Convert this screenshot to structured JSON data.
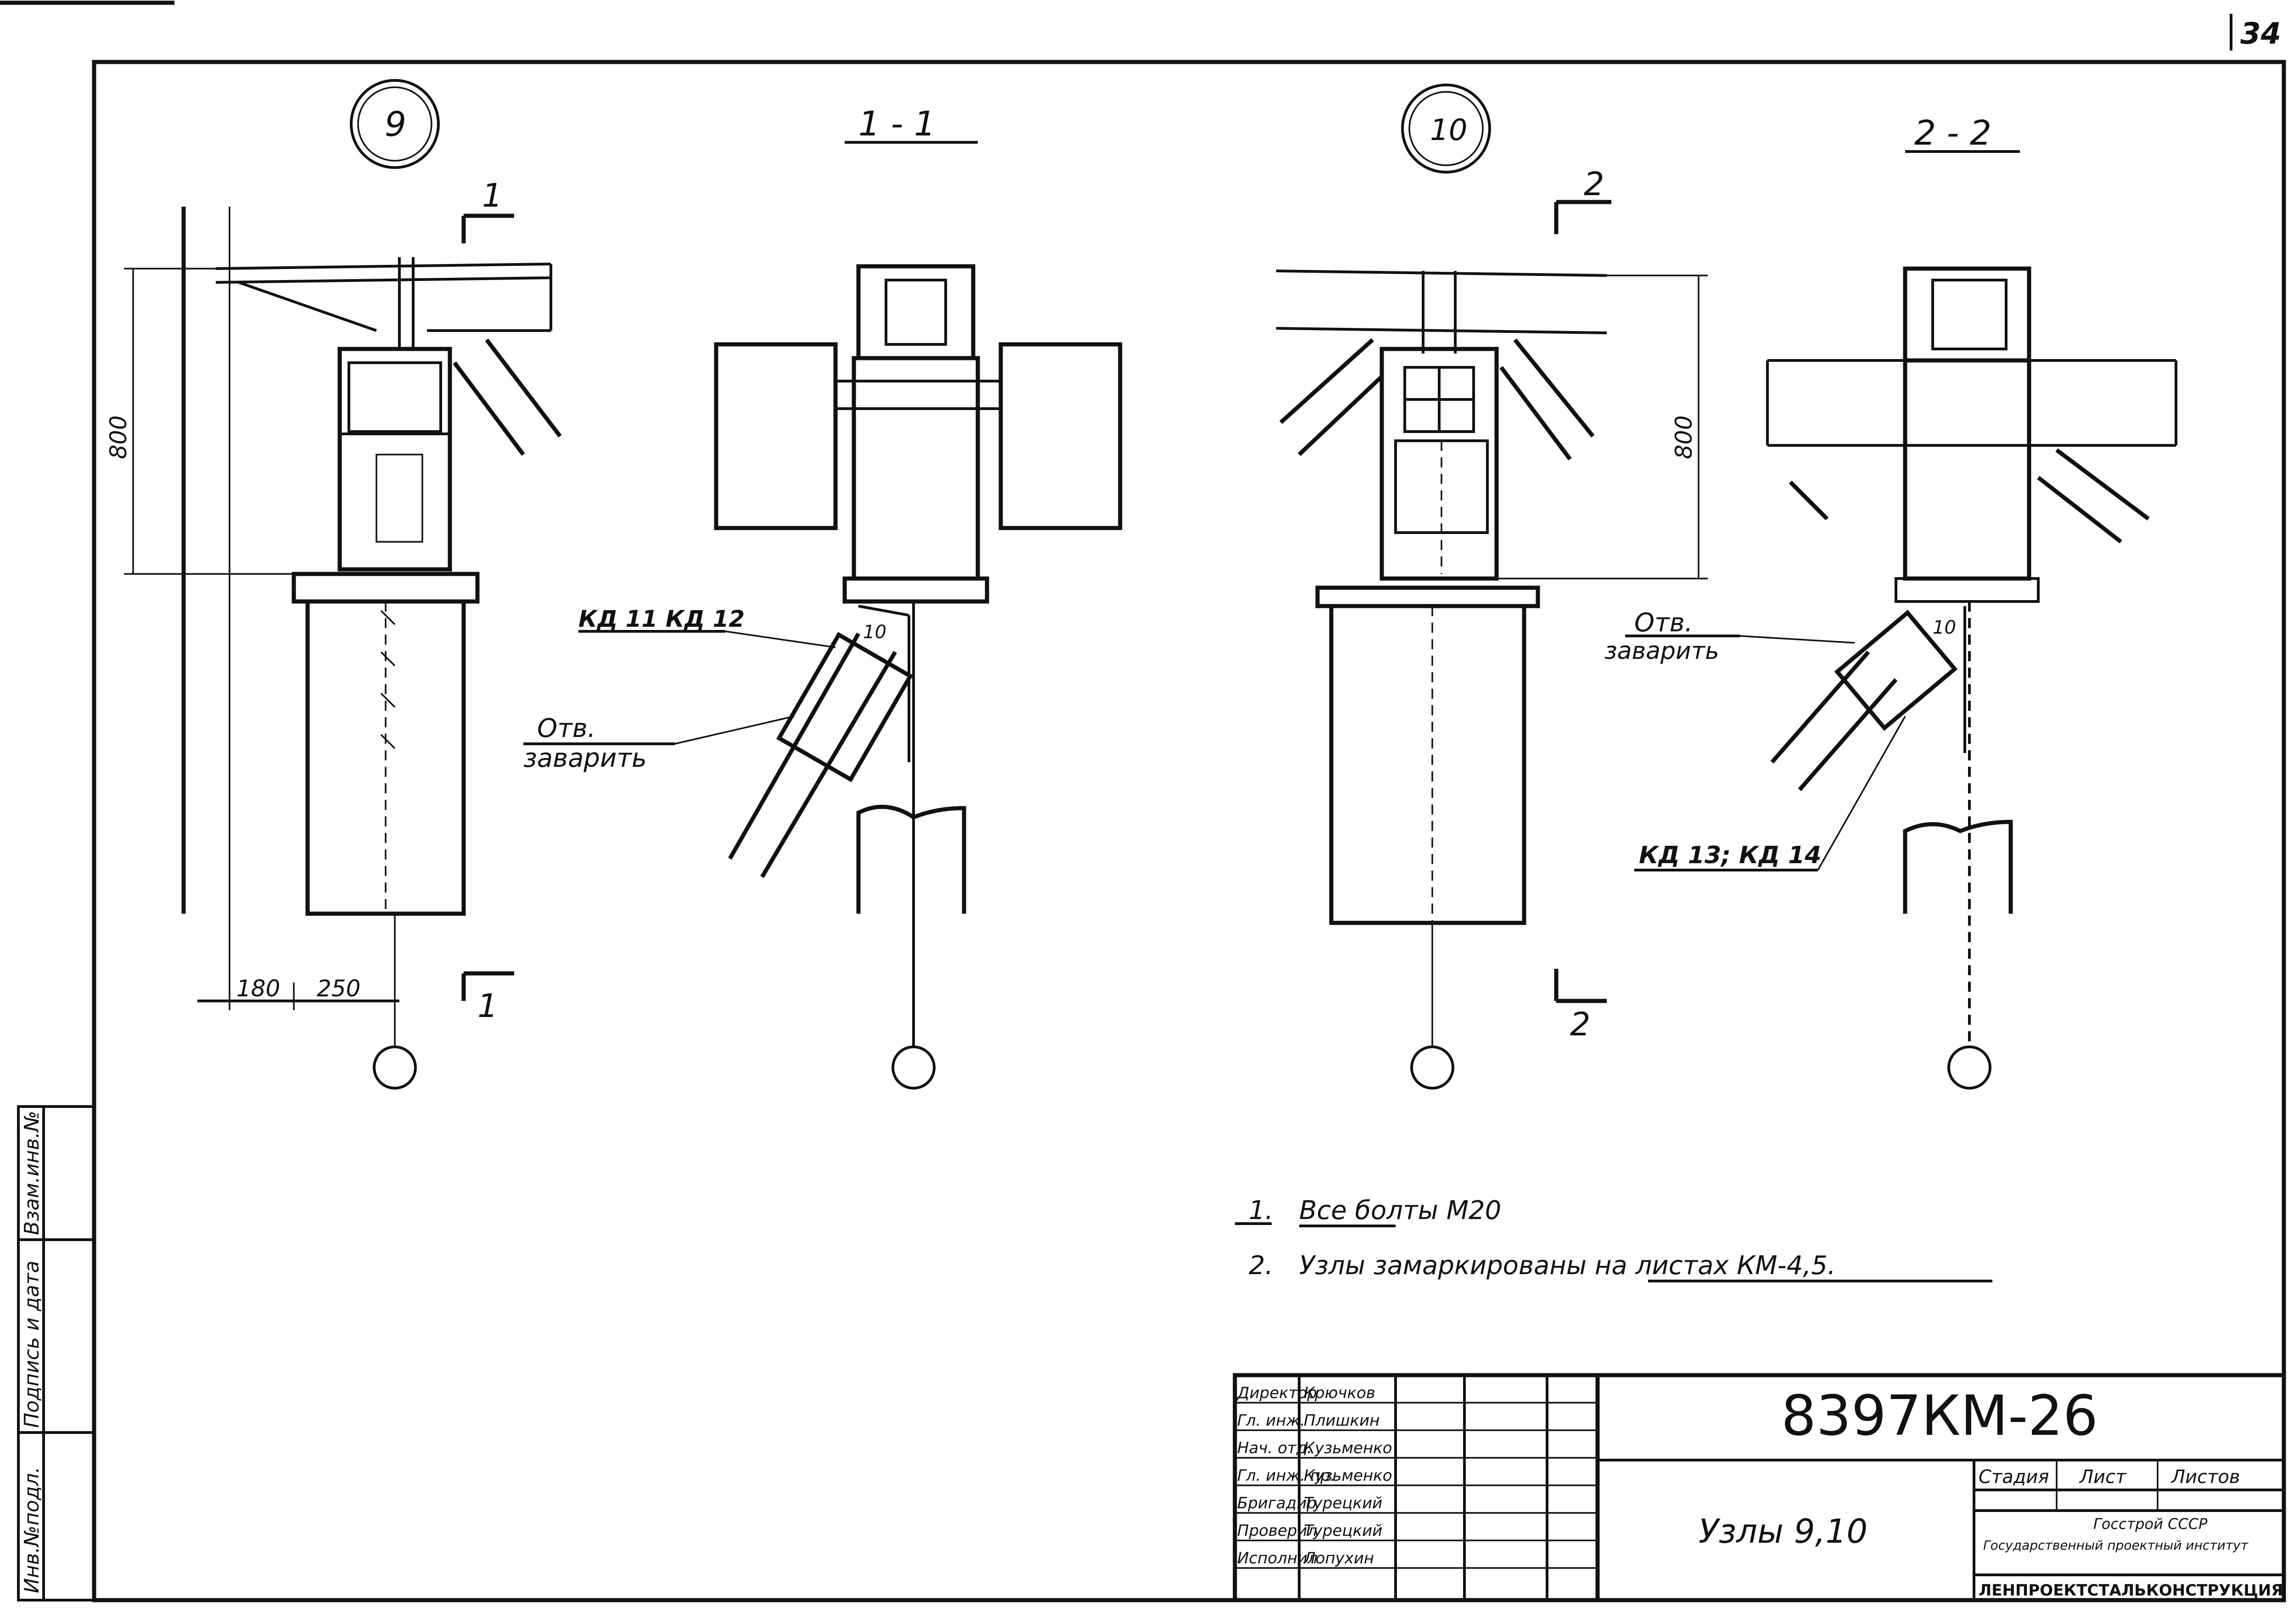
{
  "sheet": {
    "sheet_number": "34"
  },
  "views": {
    "node_9_label": "9",
    "section_1_title": "1 - 1",
    "node_10_label": "10",
    "section_2_title": "2 - 2",
    "cut_1_top": "1",
    "cut_1_bottom": "1",
    "cut_2_top": "2",
    "cut_2_bottom": "2"
  },
  "dimensions": {
    "height_left": "800",
    "height_right": "800",
    "offset_1": "180",
    "offset_2": "250"
  },
  "callouts": {
    "kd11_kd12": "КД 11  КД 12",
    "otv_zavarit_1_a": "Отв.",
    "otv_zavarit_1_b": "заварить",
    "otv_zavarit_2_a": "Отв.",
    "otv_zavarit_2_b": "заварить",
    "kd13_kd14": "КД 13; КД 14",
    "node_tag_1": "10",
    "node_tag_2": "10"
  },
  "notes": [
    {
      "num": "1.",
      "text": "Все болты М20"
    },
    {
      "num": "2.",
      "text": "Узлы замаркированы на листах КМ-4,5."
    }
  ],
  "side_stamp": {
    "cols": [
      "Инв.№подл.",
      "Подпись и дата",
      "Взам.инв.№"
    ]
  },
  "title_block": {
    "doc_code": "8397КМ-26",
    "drawing_title": "Узлы 9,10",
    "stage_label": "Стадия",
    "sheet_label": "Лист",
    "sheets_label": "Листов",
    "org_line1": "Госстрой СССР",
    "org_line2": "Государственный проектный институт",
    "org_line3": "ЛЕНПРОЕКТСТАЛЬКОНСТРУКЦИЯ",
    "rows": [
      {
        "role": "Директор",
        "name": "Крючков"
      },
      {
        "role": "Гл. инж.",
        "name": "Плишкин"
      },
      {
        "role": "Нач. отд.",
        "name": "Кузьменко"
      },
      {
        "role": "Гл. инж. пр.",
        "name": "Кузьменко"
      },
      {
        "role": "Бригадир",
        "name": "Турецкий"
      },
      {
        "role": "Проверил",
        "name": "Турецкий"
      },
      {
        "role": "Исполнил",
        "name": "Лопухин"
      }
    ]
  }
}
